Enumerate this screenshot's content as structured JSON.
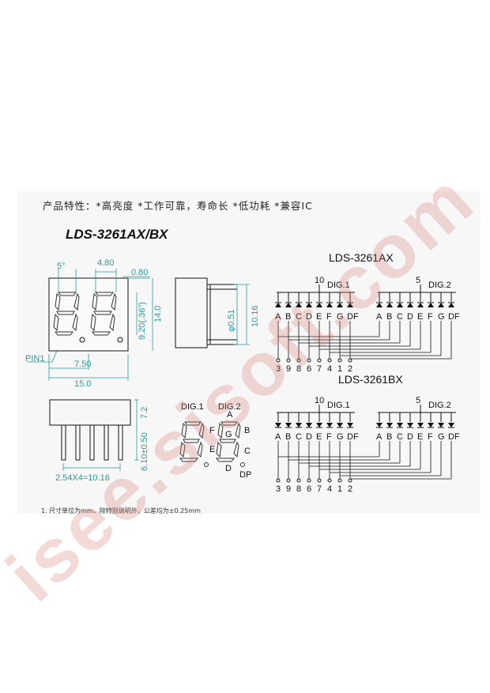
{
  "features": "产品特性：*高亮度 *工作可靠，寿命长 *低功耗 *兼容IC",
  "model_title": "LDS-3261AX/BX",
  "front_view": {
    "dims": {
      "top_small": "5°",
      "top_width": "4.80",
      "right_offset": "0.80",
      "height_inch": "9.20(.36\")",
      "height": "14.0",
      "half_width": "7.50",
      "width": "15.0",
      "pin1": "PIN1"
    }
  },
  "side_view": {
    "pin_dia": "φ0.51",
    "depth": "10.16"
  },
  "bottom_view": {
    "height1": "7.2",
    "height2": "6.10±0.50",
    "pitch": "2.54X4=10.16"
  },
  "segment_legend": {
    "dig1": "DIG.1",
    "dig2": "DIG.2",
    "segments": [
      "A",
      "B",
      "C",
      "D",
      "E",
      "F",
      "G",
      "DP"
    ]
  },
  "schematic_ax": {
    "title": "LDS-3261AX",
    "dig1_label": "DIG.1",
    "dig1_pin": "10",
    "dig2_label": "DIG.2",
    "dig2_pin": "5",
    "segments": [
      "A",
      "B",
      "C",
      "D",
      "E",
      "F",
      "G",
      "DF"
    ],
    "pins": [
      "3",
      "9",
      "8",
      "6",
      "7",
      "4",
      "1",
      "2"
    ]
  },
  "schematic_bx": {
    "title": "LDS-3261BX",
    "dig1_label": "DIG.1",
    "dig1_pin": "10",
    "dig2_label": "DIG.2",
    "dig2_pin": "5",
    "segments": [
      "A",
      "B",
      "C",
      "D",
      "E",
      "F",
      "G",
      "DF"
    ],
    "pins": [
      "3",
      "9",
      "8",
      "6",
      "7",
      "4",
      "1",
      "2"
    ]
  },
  "note": "1. 尺寸单位为mm，除特别说明外，公差均为±0.25mm",
  "watermark": "isee.sisoft.com",
  "colors": {
    "dimension": "#2b9a9a",
    "line": "#111111",
    "watermark": "#d67878"
  }
}
